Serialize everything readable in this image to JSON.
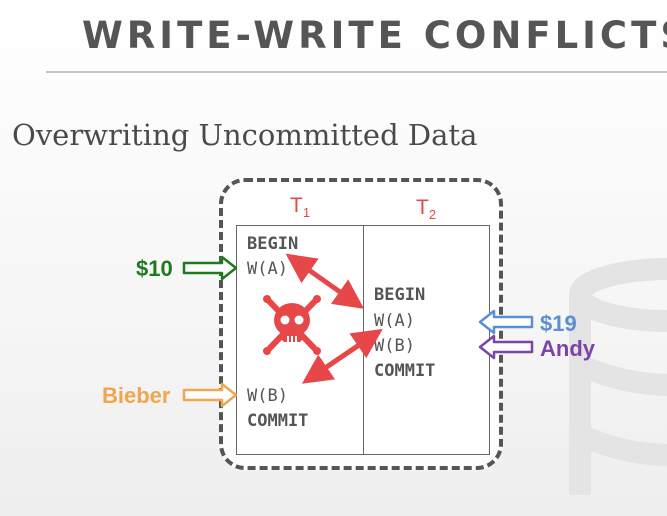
{
  "slide": {
    "title": "WRITE-WRITE CONFLICTS",
    "subtitle": "Overwriting Uncommitted Data"
  },
  "schedule": {
    "t1": {
      "name": "T",
      "sub": "1",
      "ops": [
        "BEGIN",
        "W(A)",
        "W(B)",
        "COMMIT"
      ]
    },
    "t2": {
      "name": "T",
      "sub": "2",
      "ops": [
        "BEGIN",
        "W(A)",
        "W(B)",
        "COMMIT"
      ]
    }
  },
  "annotations": {
    "t1_write_a_value": "$10",
    "t1_write_b_value": "Bieber",
    "t2_write_a_value": "$19",
    "t2_write_b_value": "Andy"
  },
  "icons": [
    "skull-crossbones-icon",
    "database-cylinder-icon"
  ],
  "colors": {
    "conflict": "#e8474a",
    "green": "#1f7a1f",
    "orange": "#f0a64e",
    "blue": "#5b8fd1",
    "purple": "#7b45a8"
  }
}
